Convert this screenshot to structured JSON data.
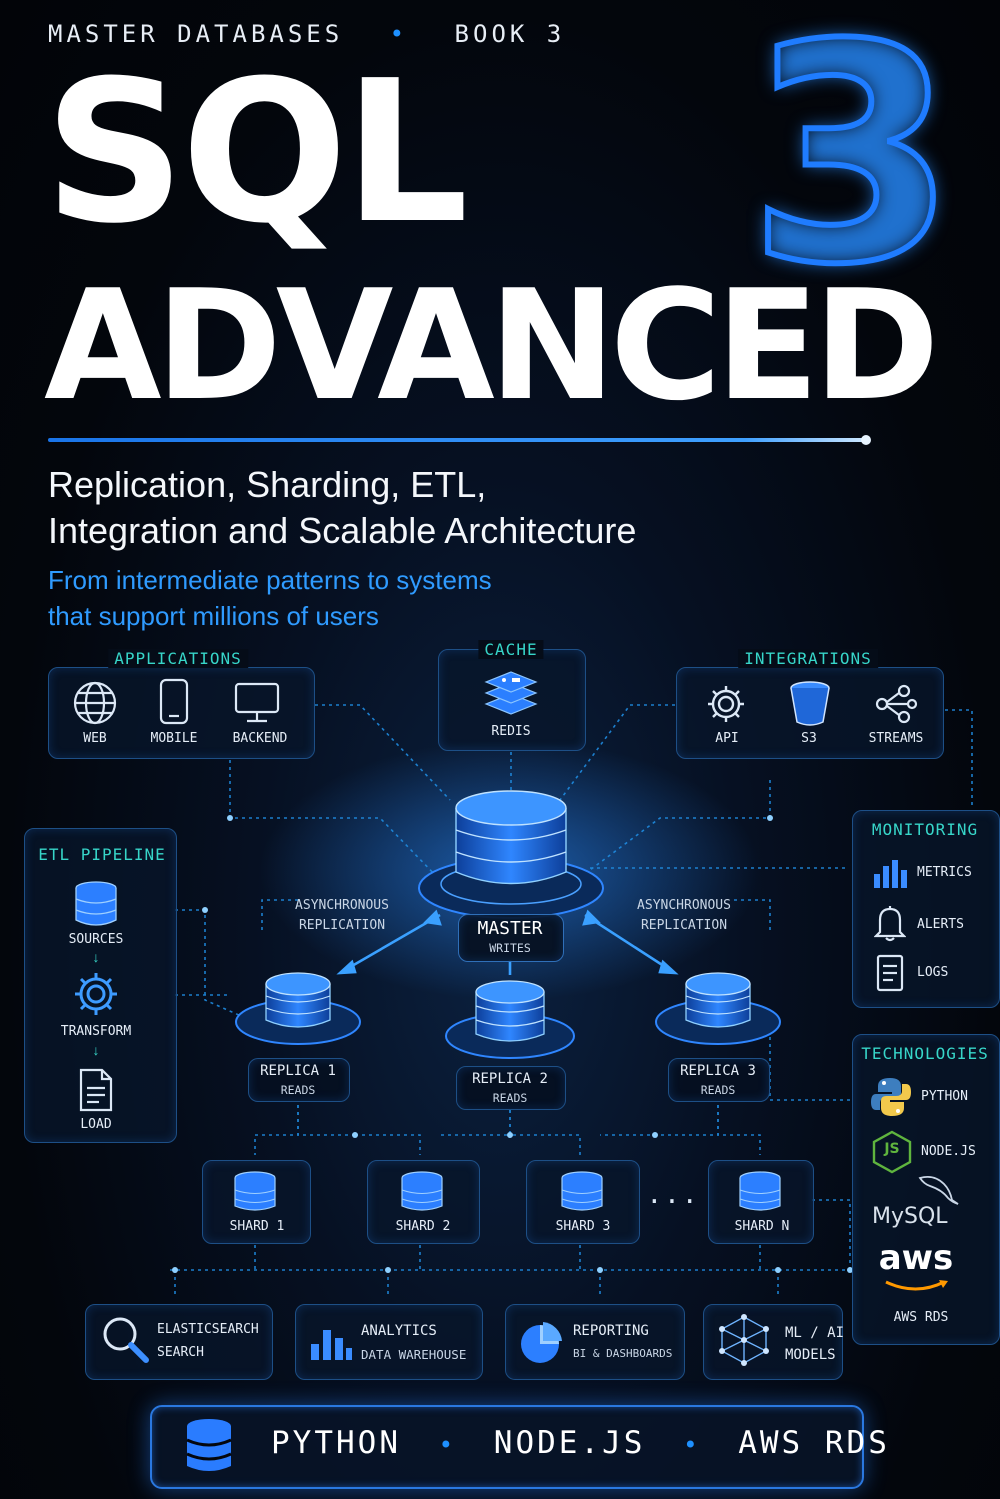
{
  "header": {
    "series": "MASTER DATABASES",
    "book": "BOOK 3",
    "separator": "•"
  },
  "title": {
    "line1": "SQL",
    "line2": "ADVANCED",
    "number": "3"
  },
  "subtitle": {
    "line1": "Replication, Sharding, ETL,",
    "line2": "Integration and Scalable Architecture",
    "tagline1": "From intermediate patterns to systems",
    "tagline2": "that support millions of users"
  },
  "applications": {
    "title": "APPLICATIONS",
    "items": [
      {
        "label": "WEB",
        "icon": "globe-icon"
      },
      {
        "label": "MOBILE",
        "icon": "phone-icon"
      },
      {
        "label": "BACKEND",
        "icon": "monitor-icon"
      }
    ]
  },
  "cache": {
    "title": "CACHE",
    "label": "REDIS",
    "icon": "redis-icon"
  },
  "integrations": {
    "title": "INTEGRATIONS",
    "items": [
      {
        "label": "API",
        "icon": "gear-icon"
      },
      {
        "label": "S3",
        "icon": "bucket-icon"
      },
      {
        "label": "STREAMS",
        "icon": "share-icon"
      }
    ]
  },
  "etl": {
    "title": "ETL PIPELINE",
    "items": [
      {
        "label": "SOURCES",
        "icon": "database-icon"
      },
      {
        "label": "TRANSFORM",
        "icon": "gear-icon"
      },
      {
        "label": "LOAD",
        "icon": "document-icon"
      }
    ]
  },
  "monitoring": {
    "title": "MONITORING",
    "items": [
      {
        "label": "METRICS",
        "icon": "bar-chart-icon"
      },
      {
        "label": "ALERTS",
        "icon": "bell-icon"
      },
      {
        "label": "LOGS",
        "icon": "log-icon"
      }
    ]
  },
  "technologies": {
    "title": "TECHNOLOGIES",
    "python": "PYTHON",
    "node": "NODE.JS",
    "node_badge": "JS",
    "mysql_logo": "MySQL",
    "aws_logo": "aws",
    "aws_rds": "AWS RDS"
  },
  "replication": {
    "left1": "ASYNCHRONOUS",
    "left2": "REPLICATION",
    "right1": "ASYNCHRONOUS",
    "right2": "REPLICATION"
  },
  "master": {
    "title": "MASTER",
    "sub": "WRITES"
  },
  "replicas": [
    {
      "title": "REPLICA 1",
      "sub": "READS"
    },
    {
      "title": "REPLICA 2",
      "sub": "READS"
    },
    {
      "title": "REPLICA 3",
      "sub": "READS"
    }
  ],
  "shards": [
    "SHARD 1",
    "SHARD 2",
    "SHARD 3",
    "SHARD N"
  ],
  "shard_ellipsis": "...",
  "services": [
    {
      "l1": "ELASTICSEARCH",
      "l2": "SEARCH",
      "icon": "search-icon"
    },
    {
      "l1": "ANALYTICS",
      "l2": "DATA WAREHOUSE",
      "icon": "bar-chart-icon"
    },
    {
      "l1": "REPORTING",
      "l2": "BI & DASHBOARDS",
      "icon": "pie-chart-icon"
    },
    {
      "l1": "ML / AI",
      "l2": "MODELS",
      "icon": "network-icon"
    }
  ],
  "footer": {
    "text1": "PYTHON",
    "text2": "NODE.JS",
    "text3": "AWS RDS",
    "sep": "•"
  },
  "colors": {
    "accent": "#1e90ff",
    "teal": "#37d6c9",
    "background": "#03060c"
  }
}
